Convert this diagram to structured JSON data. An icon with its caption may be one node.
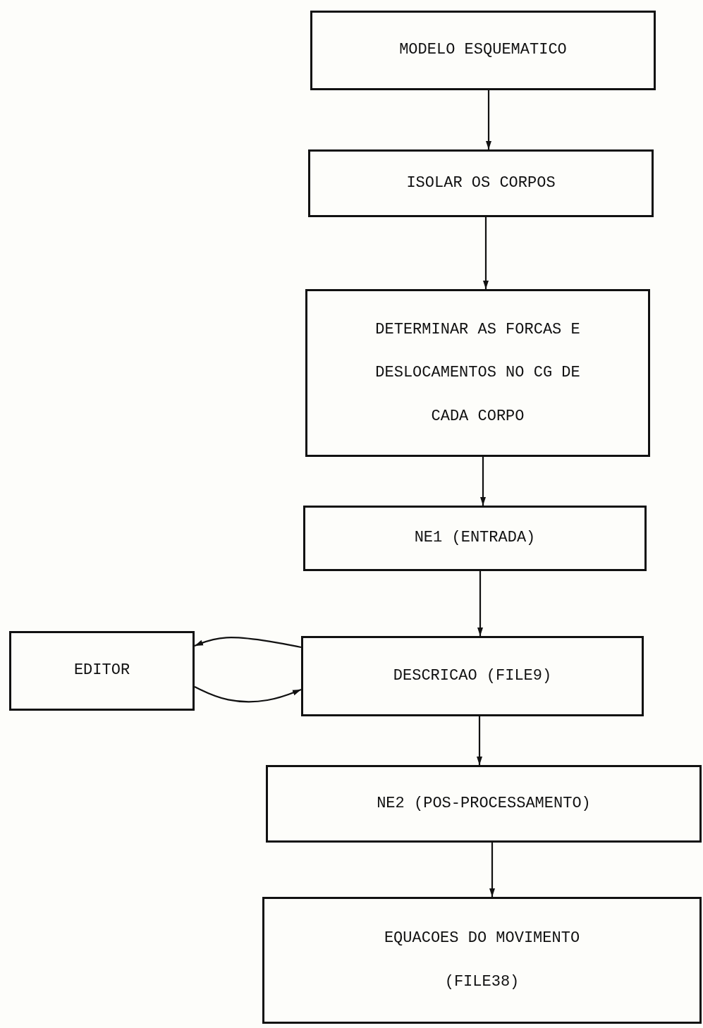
{
  "diagram": {
    "nodes": [
      {
        "text": [
          "MODELO ESQUEMATICO"
        ]
      },
      {
        "text": [
          "ISOLAR OS CORPOS"
        ]
      },
      {
        "text": [
          "DETERMINAR AS FORCAS E DESLOCAMENTOS NO CG DE CADA CORPO"
        ]
      },
      {
        "text": [
          "NE1 (ENTRADA)"
        ]
      },
      {
        "text": [
          "EDITOR"
        ]
      },
      {
        "text": [
          "DESCRICAO (FILE9)"
        ]
      },
      {
        "text": [
          "NE2 (POS-PROCESSAMENTO)"
        ]
      },
      {
        "text": [
          "EQUACOES DO MOVIMENTO (FILE38)"
        ]
      }
    ],
    "edges": [
      {
        "from": 0,
        "to": 1,
        "arrow": "to"
      },
      {
        "from": 1,
        "to": 2,
        "arrow": "to"
      },
      {
        "from": 2,
        "to": 3,
        "arrow": "to"
      },
      {
        "from": 3,
        "to": 5,
        "arrow": "to"
      },
      {
        "from": 5,
        "to": 4,
        "arrow": "to"
      },
      {
        "from": 4,
        "to": 5,
        "arrow": "to"
      },
      {
        "from": 5,
        "to": 6,
        "arrow": "to"
      },
      {
        "from": 6,
        "to": 7,
        "arrow": "to"
      }
    ]
  }
}
